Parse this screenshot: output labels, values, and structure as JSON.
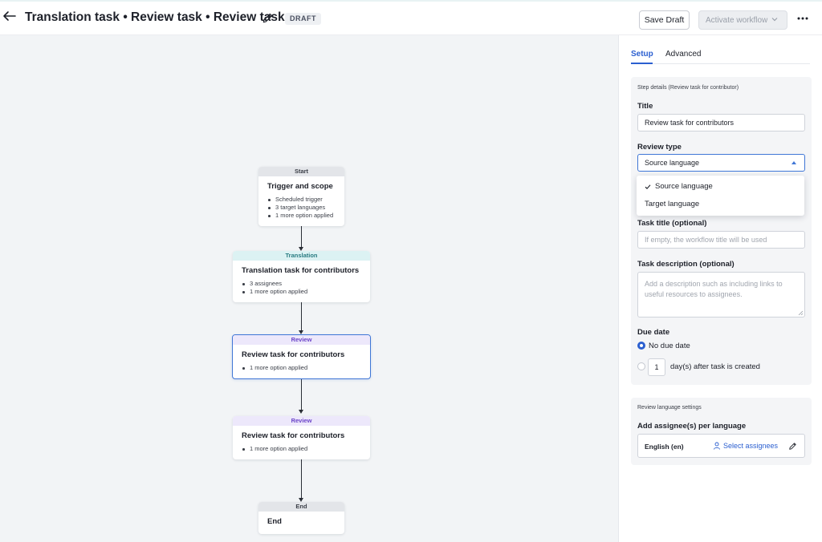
{
  "header": {
    "title": "Translation task • Review task • Review task",
    "status_badge": "DRAFT",
    "save_label": "Save Draft",
    "activate_label": "Activate workflow"
  },
  "icons": {
    "back": "arrow-left-icon",
    "edit": "pencil-icon",
    "more": "more-horizontal-icon",
    "dropdown": "chevron-down-icon",
    "check": "check-icon",
    "user": "user-icon"
  },
  "colors": {
    "accent": "#2b5fd0",
    "selected_border": "#3f76d6",
    "translation_label": "#287b81",
    "review_label": "#6b44c9"
  },
  "workflow": {
    "nodes": [
      {
        "label": "Start",
        "title": "Trigger and scope",
        "details": [
          "Scheduled trigger",
          "3 target languages",
          "1 more option applied"
        ]
      },
      {
        "label": "Translation",
        "title": "Translation task for contributors",
        "details": [
          "3 assignees",
          "1 more option applied"
        ]
      },
      {
        "label": "Review",
        "title": "Review task for contributors",
        "details": [
          "1 more option applied"
        ],
        "selected": true
      },
      {
        "label": "Review",
        "title": "Review task for contributors",
        "details": [
          "1 more option applied"
        ]
      },
      {
        "label": "End",
        "title": "End",
        "details": []
      }
    ]
  },
  "panel": {
    "tabs": [
      "Setup",
      "Advanced"
    ],
    "active_tab": "Setup",
    "step_details": {
      "caption": "Step details (Review task for contributor)",
      "title_label": "Title",
      "title_value": "Review task for contributors",
      "review_type_label": "Review type",
      "review_type_value": "Source language",
      "review_type_options": [
        "Source language",
        "Target language"
      ],
      "task_title_label": "Task title (optional)",
      "task_title_placeholder": "If empty, the workflow title will be used",
      "task_desc_label": "Task description (optional)",
      "task_desc_placeholder": "Add a description such as including links to useful resources to assignees.",
      "due_date_label": "Due date",
      "due_options": [
        "No due date",
        "day(s) after task is created"
      ],
      "due_selected": "No due date",
      "due_days_value": "1"
    },
    "review_language": {
      "caption": "Review language settings",
      "assignees_label": "Add assignee(s) per language",
      "rows": [
        {
          "language": "English (en)",
          "action": "Select assignees"
        }
      ]
    }
  }
}
